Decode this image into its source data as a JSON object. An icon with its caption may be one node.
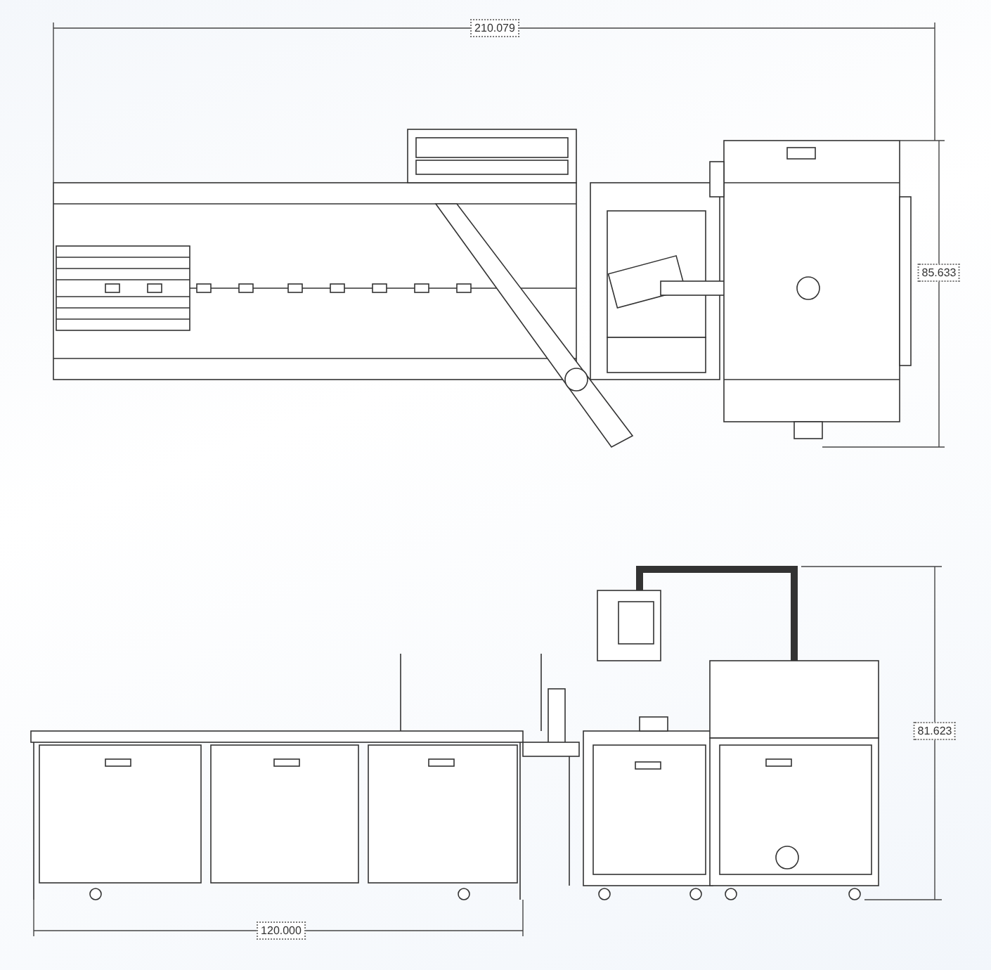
{
  "diagram": {
    "labels": [
      "210.079",
      "85.633",
      "81.623",
      "120.000"
    ]
  }
}
